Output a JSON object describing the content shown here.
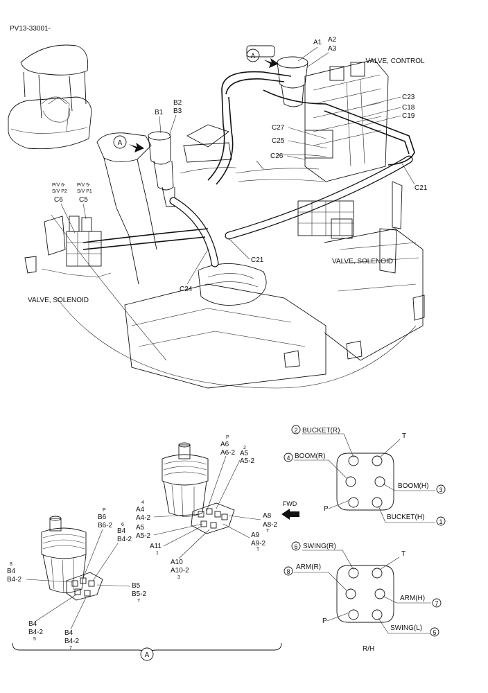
{
  "doc_id": "PV13-33001-",
  "upper": {
    "valve_control": "VALVE, CONTROL",
    "valve_solenoid_right": "VALVE, SOLENOID",
    "valve_solenoid_left": "VALVE, SOLENOID",
    "callout_letter": "A",
    "labels": {
      "A1": "A1",
      "A2": "A2",
      "A3": "A3",
      "B1": "B1",
      "B2": "B2",
      "B3": "B3",
      "C5": "C5",
      "C6": "C6",
      "C5_tag1": "P/V 5-",
      "C5_tag2": "S/V P1",
      "C6_tag1": "P/V 6-",
      "C6_tag2": "S/V P2",
      "C18": "C18",
      "C19": "C19",
      "C21a": "C21",
      "C21b": "C21",
      "C23": "C23",
      "C24": "C24",
      "C25": "C25",
      "C26": "C26",
      "C27": "C27"
    }
  },
  "lower_left": {
    "callout_letter": "A",
    "fwd": "FWD",
    "right_lever": {
      "A6_pin": "P",
      "A6": "A6",
      "A6_2": "A6-2",
      "A5_pin": "2",
      "A5": "A5",
      "A5_2": "A5-2",
      "A4_pin": "4",
      "A4": "A4",
      "A4_2": "A4-2",
      "A5b": "A5",
      "A5b_2": "A5-2",
      "A8": "A8",
      "A8_2": "A8-2",
      "A8_pin": "T",
      "A9": "A9",
      "A9_2": "A9-2",
      "A9_pin": "T",
      "A11": "A11",
      "A11_pin": "1",
      "A10": "A10",
      "A10_2": "A10-2",
      "A10_pin": "3"
    },
    "left_lever": {
      "B6_pin": "P",
      "B6": "B6",
      "B6_2": "B6-2",
      "B4a_pin": "6",
      "B4a": "B4",
      "B4a_2": "B4-2",
      "B8_pin": "8",
      "B4c": "B4",
      "B4c_2": "B4-2",
      "B5": "B5",
      "B5_2": "B5-2",
      "B5_pin": "T",
      "B4d": "B4",
      "B4d_2": "B4-2",
      "B4d_pin": "5",
      "B4e": "B4",
      "B4e_2": "B4-2",
      "B4e_pin": "7"
    }
  },
  "port_diagram_top": {
    "port_t": "T",
    "port_p": "P",
    "n2": "2",
    "n2_label": "BUCKET(R)",
    "n4": "4",
    "n4_label": "BOOM(R)",
    "n3": "3",
    "n3_label": "BOOM(H)",
    "n1": "1",
    "n1_label": "BUCKET(H)"
  },
  "port_diagram_bottom": {
    "port_t": "T",
    "port_p": "P",
    "n6": "6",
    "n6_label": "SWING(R)",
    "n8": "8",
    "n8_label": "ARM(R)",
    "n7": "7",
    "n7_label": "ARM(H)",
    "n5": "5",
    "n5_label": "SWING(L)"
  },
  "rh_label": "R/H"
}
